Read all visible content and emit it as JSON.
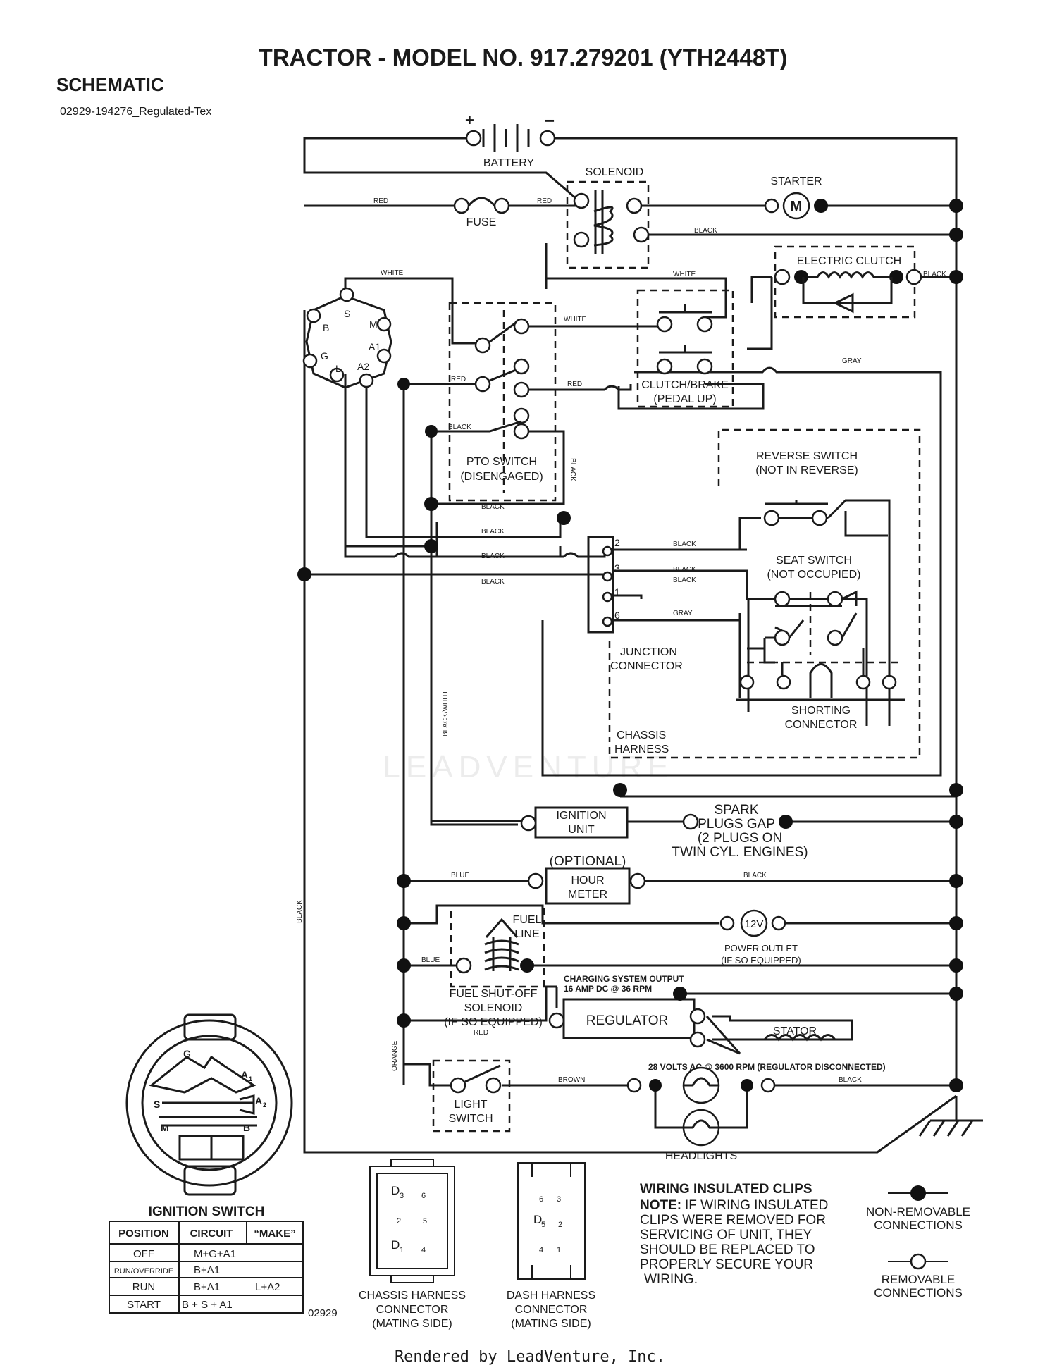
{
  "header": {
    "title": "TRACTOR - MODEL NO. 917.279201 (YTH2448T)",
    "section": "SCHEMATIC",
    "part_number": "02929-194276_Regulated-Tex"
  },
  "components": {
    "battery": "BATTERY",
    "plus": "+",
    "minus": "−",
    "solenoid": "SOLENOID",
    "starter": "STARTER",
    "starter_m": "M",
    "fuse": "FUSE",
    "electric_clutch": "ELECTRIC CLUTCH",
    "clutch_brake_1": "CLUTCH/BRAKE",
    "clutch_brake_2": "(PEDAL UP)",
    "pto_switch_1": "PTO SWITCH",
    "pto_switch_2": "(DISENGAGED)",
    "reverse_switch_1": "REVERSE SWITCH",
    "reverse_switch_2": "(NOT IN REVERSE)",
    "seat_switch_1": "SEAT SWITCH",
    "seat_switch_2": "(NOT OCCUPIED)",
    "junction_1": "JUNCTION",
    "junction_2": "CONNECTOR",
    "shorting_1": "SHORTING",
    "shorting_2": "CONNECTOR",
    "chassis_h_1": "CHASSIS",
    "chassis_h_2": "HARNESS",
    "ignition_unit_1": "IGNITION",
    "ignition_unit_2": "UNIT",
    "spark_1": "SPARK",
    "spark_2": "PLUGS GAP",
    "spark_3": "(2 PLUGS ON",
    "spark_4": "TWIN CYL. ENGINES)",
    "optional": "(OPTIONAL)",
    "hour_meter_1": "HOUR",
    "hour_meter_2": "METER",
    "fuel_line_1": "FUEL",
    "fuel_line_2": "LINE",
    "outlet_12v": "12V",
    "power_outlet_1": "POWER OUTLET",
    "power_outlet_2": "(IF SO EQUIPPED)",
    "fuel_shutoff_1": "FUEL SHUT-OFF",
    "fuel_shutoff_2": "SOLENOID",
    "fuel_shutoff_3": "(IF SO EQUIPPED)",
    "charging_1": "CHARGING SYSTEM OUTPUT",
    "charging_2": "16 AMP DC @ 36 RPM",
    "regulator": "REGULATOR",
    "stator": "STATOR",
    "stator_note": "28 VOLTS AC @ 3600 RPM (REGULATOR DISCONNECTED)",
    "light_switch_1": "LIGHT",
    "light_switch_2": "SWITCH",
    "headlights": "HEADLIGHTS",
    "ign_switch_title": "IGNITION SWITCH",
    "ign_letters": {
      "g": "G",
      "a1": "A",
      "a1s": "1",
      "a2": "A",
      "a2s": "2",
      "s": "S",
      "m": "M",
      "b": "B"
    },
    "ign_schematic": {
      "s": "S",
      "b": "B",
      "g": "G",
      "l": "L",
      "a2": "A2",
      "a1": "A1",
      "m": "M"
    },
    "junction_pins": [
      "2",
      "3",
      "1",
      "6"
    ]
  },
  "wires": {
    "red": "RED",
    "black": "BLACK",
    "white": "WHITE",
    "gray": "GRAY",
    "blue": "BLUE",
    "orange": "ORANGE",
    "brown": "BROWN",
    "black_white": "BLACK/WHITE"
  },
  "table": {
    "headers": [
      "POSITION",
      "CIRCUIT",
      "“MAKE”"
    ],
    "rows": [
      [
        "OFF",
        "M+G+A1",
        ""
      ],
      [
        "RUN/OVERRIDE",
        "B+A1",
        ""
      ],
      [
        "RUN",
        "B+A1",
        "L+A2"
      ],
      [
        "START",
        "B + S + A1",
        ""
      ]
    ],
    "ref": "02929"
  },
  "connectors": {
    "chassis": [
      "CHASSIS HARNESS",
      "CONNECTOR",
      "(MATING SIDE)"
    ],
    "dash": [
      "DASH HARNESS",
      "CONNECTOR",
      "(MATING SIDE)"
    ],
    "chassis_pins": [
      "D",
      "3",
      "6",
      "2",
      "5",
      "D",
      "1",
      "4"
    ],
    "dash_pins": [
      "6",
      "3",
      "D",
      "5",
      "2",
      "4",
      "1"
    ]
  },
  "notes": {
    "clips_title": "WIRING INSULATED CLIPS",
    "note_bold": "NOTE:",
    "lines": [
      "IF WIRING INSULATED",
      "CLIPS WERE REMOVED FOR",
      "SERVICING OF UNIT, THEY",
      "SHOULD BE REPLACED TO",
      "PROPERLY SECURE YOUR",
      "WIRING."
    ],
    "nonremovable": [
      "NON-REMOVABLE",
      "CONNECTIONS"
    ],
    "removable": [
      "REMOVABLE",
      "CONNECTIONS"
    ]
  },
  "watermark": "LEADVENTURE",
  "footer": "Rendered by LeadVenture, Inc."
}
